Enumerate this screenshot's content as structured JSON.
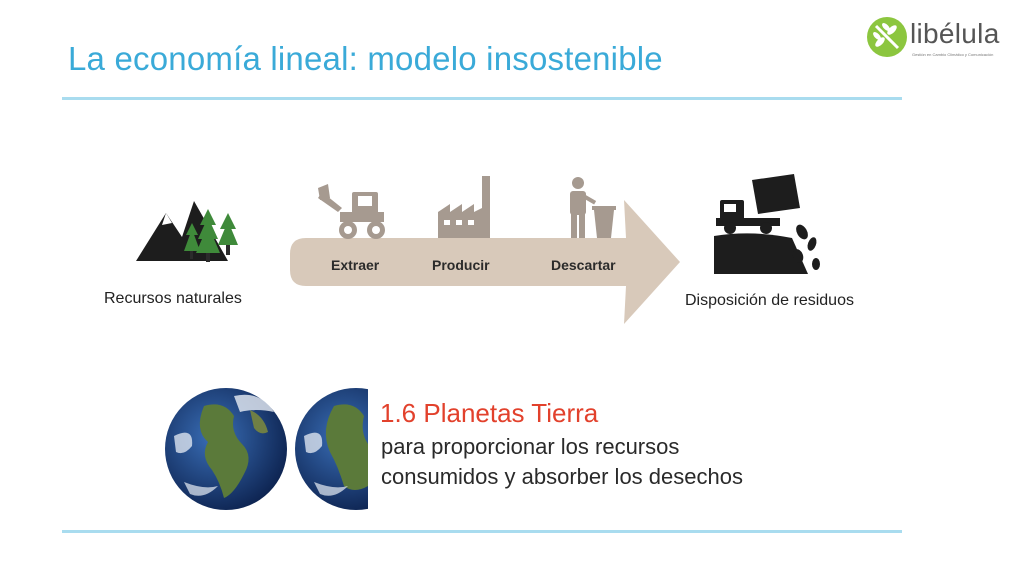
{
  "slide": {
    "title": "La economía lineal: modelo insostenible"
  },
  "logo": {
    "name": "libélula",
    "tagline": "Gestión en Cambio Climático y Comunicación"
  },
  "flow": {
    "source_label": "Recursos naturales",
    "steps": [
      "Extraer",
      "Producir",
      "Descartar"
    ],
    "end_label": "Disposición de residuos"
  },
  "planets": {
    "headline": "1.6 Planetas Tierra",
    "line1": "para proporcionar los recursos",
    "line2": "consumidos y absorber los desechos"
  },
  "icons": {
    "source": "mountain-trees-icon",
    "extract": "excavator-icon",
    "produce": "factory-icon",
    "discard": "person-trash-icon",
    "disposal": "dump-truck-icon",
    "earth": "earth-globe-icon"
  },
  "colors": {
    "title": "#3aaad8",
    "rule": "#a9dcef",
    "arrow": "#d8c9ba",
    "icon_gray": "#a69a90",
    "highlight": "#e2412c",
    "logo_green": "#8cc63f"
  }
}
